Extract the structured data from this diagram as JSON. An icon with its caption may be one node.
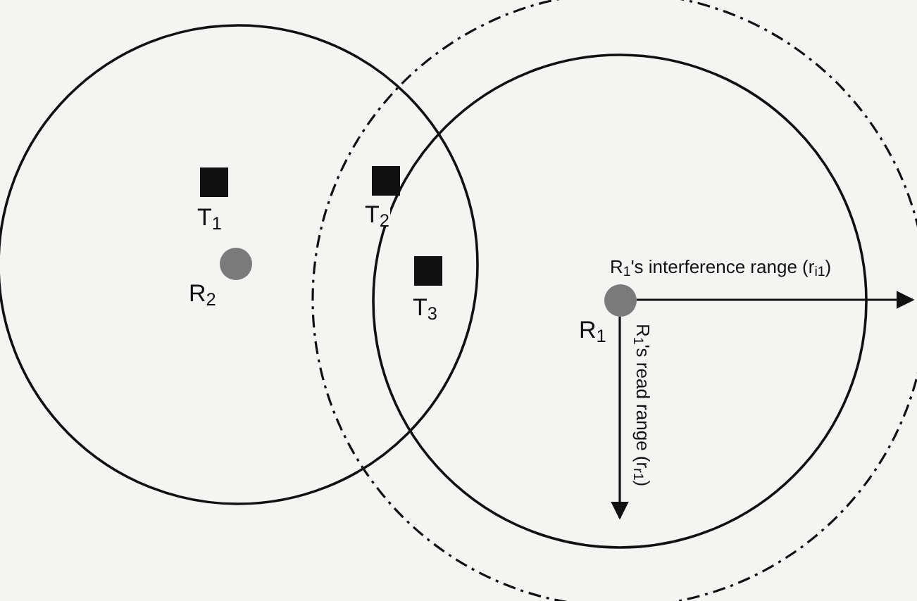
{
  "diagram": {
    "nodes": [
      {
        "text": [
          "T$_{1}$"
        ]
      },
      {
        "text": [
          "T$_{2}$"
        ]
      },
      {
        "text": [
          "T$_{3}$"
        ]
      },
      {
        "text": [
          "R$_{2}$"
        ]
      },
      {
        "text": [
          "R$_{1}$"
        ]
      }
    ],
    "labels": [
      "R$_{1}$'s interference range (r$_{i1}$)",
      "R$_{1}$'s read range (r$_{r1}$)"
    ]
  }
}
